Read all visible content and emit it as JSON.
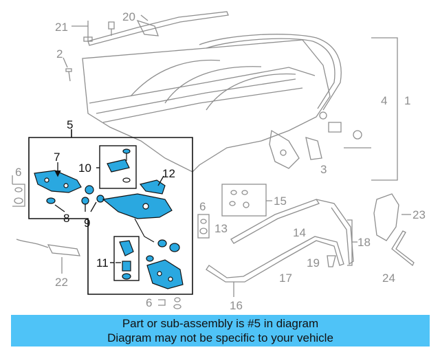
{
  "callouts": {
    "n1": "1",
    "n2": "2",
    "n3": "3",
    "n4": "4",
    "n5": "5",
    "n6a": "6",
    "n6b": "6",
    "n6c": "6",
    "n7": "7",
    "n8": "8",
    "n9": "9",
    "n10": "10",
    "n11": "11",
    "n12": "12",
    "n13": "13",
    "n14": "14",
    "n15": "15",
    "n16": "16",
    "n17": "17",
    "n18": "18",
    "n19": "19",
    "n20": "20",
    "n21": "21",
    "n22": "22",
    "n23": "23",
    "n24": "24"
  },
  "banner": {
    "line1": "Part or sub-assembly is #5 in diagram",
    "line2": "Diagram may not be specific to your vehicle"
  },
  "colors": {
    "highlight": "#2aa8e0",
    "grey_line": "#8e8e8e",
    "dark_line": "#111111",
    "banner_bg": "#4fc3f7"
  }
}
